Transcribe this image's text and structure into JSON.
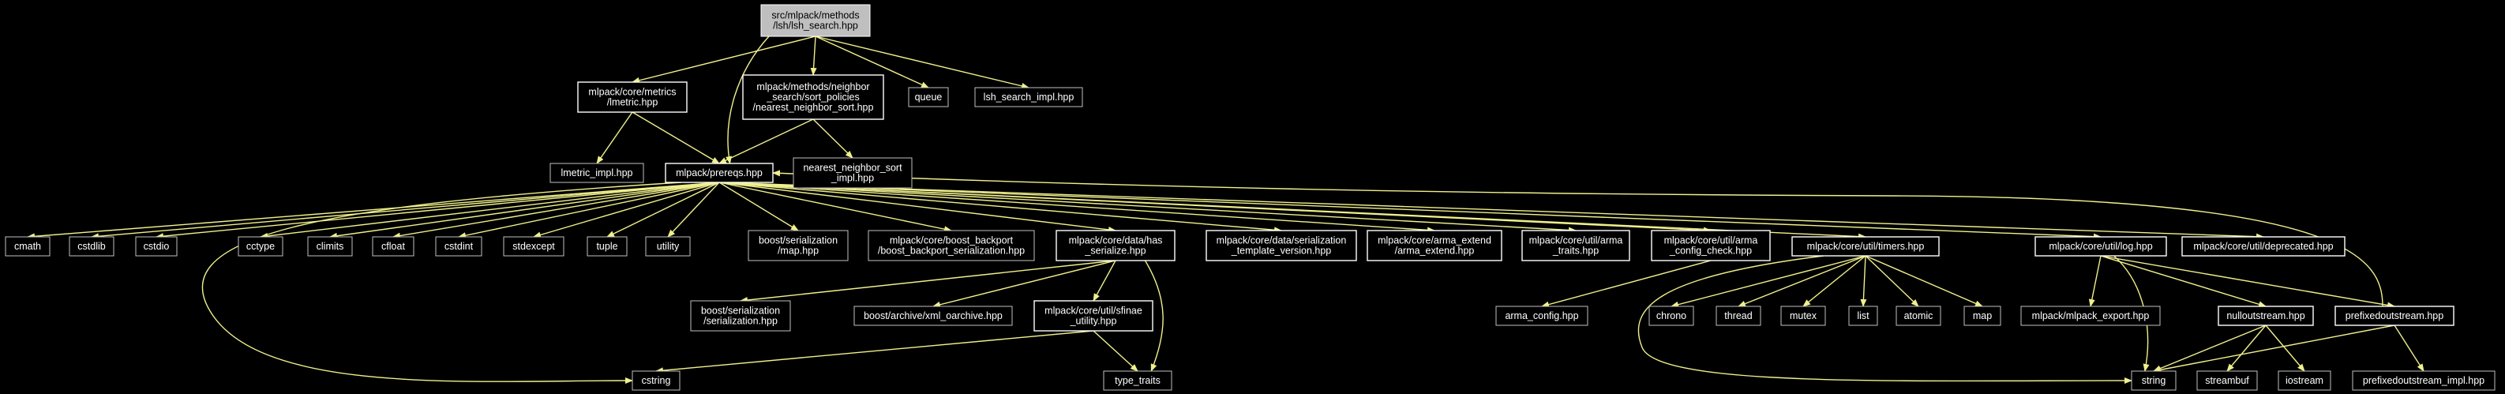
{
  "colors": {
    "background": "#000000",
    "edge": "#f0f08c",
    "node_text": "#ffffff",
    "root_fill": "#bfbfbf"
  },
  "nodes": [
    {
      "id": "root",
      "lines": [
        "src/mlpack/methods",
        "/lsh/lsh_search.hpp"
      ],
      "kind": "root"
    },
    {
      "id": "lmetric",
      "lines": [
        "mlpack/core/metrics",
        "/lmetric.hpp"
      ],
      "kind": "linked"
    },
    {
      "id": "nns",
      "lines": [
        "mlpack/methods/neighbor",
        "_search/sort_policies",
        "/nearest_neighbor_sort.hpp"
      ],
      "kind": "linked"
    },
    {
      "id": "queue",
      "lines": [
        "queue"
      ],
      "kind": "plain"
    },
    {
      "id": "lsh_impl",
      "lines": [
        "lsh_search_impl.hpp"
      ],
      "kind": "plain"
    },
    {
      "id": "lmetric_impl",
      "lines": [
        "lmetric_impl.hpp"
      ],
      "kind": "plain"
    },
    {
      "id": "prereqs",
      "lines": [
        "mlpack/prereqs.hpp"
      ],
      "kind": "linked"
    },
    {
      "id": "nns_impl",
      "lines": [
        "nearest_neighbor_sort",
        "_impl.hpp"
      ],
      "kind": "plain"
    },
    {
      "id": "cmath",
      "lines": [
        "cmath"
      ],
      "kind": "plain"
    },
    {
      "id": "cstdlib",
      "lines": [
        "cstdlib"
      ],
      "kind": "plain"
    },
    {
      "id": "cstdio",
      "lines": [
        "cstdio"
      ],
      "kind": "plain"
    },
    {
      "id": "cctype",
      "lines": [
        "cctype"
      ],
      "kind": "plain"
    },
    {
      "id": "climits",
      "lines": [
        "climits"
      ],
      "kind": "plain"
    },
    {
      "id": "cfloat",
      "lines": [
        "cfloat"
      ],
      "kind": "plain"
    },
    {
      "id": "cstdint",
      "lines": [
        "cstdint"
      ],
      "kind": "plain"
    },
    {
      "id": "stdexcept",
      "lines": [
        "stdexcept"
      ],
      "kind": "plain"
    },
    {
      "id": "tuple",
      "lines": [
        "tuple"
      ],
      "kind": "plain"
    },
    {
      "id": "utility",
      "lines": [
        "utility"
      ],
      "kind": "plain"
    },
    {
      "id": "ser_map",
      "lines": [
        "boost/serialization",
        "/map.hpp"
      ],
      "kind": "plain"
    },
    {
      "id": "boost_backport",
      "lines": [
        "mlpack/core/boost_backport",
        "/boost_backport_serialization.hpp"
      ],
      "kind": "plain"
    },
    {
      "id": "has_serialize",
      "lines": [
        "mlpack/core/data/has",
        "_serialize.hpp"
      ],
      "kind": "linked"
    },
    {
      "id": "ser_template",
      "lines": [
        "mlpack/core/data/serialization",
        "_template_version.hpp"
      ],
      "kind": "linked"
    },
    {
      "id": "arma_extend",
      "lines": [
        "mlpack/core/arma_extend",
        "/arma_extend.hpp"
      ],
      "kind": "linked"
    },
    {
      "id": "arma_traits",
      "lines": [
        "mlpack/core/util/arma",
        "_traits.hpp"
      ],
      "kind": "linked"
    },
    {
      "id": "arma_config_check",
      "lines": [
        "mlpack/core/util/arma",
        "_config_check.hpp"
      ],
      "kind": "linked"
    },
    {
      "id": "timers",
      "lines": [
        "mlpack/core/util/timers.hpp"
      ],
      "kind": "linked"
    },
    {
      "id": "log",
      "lines": [
        "mlpack/core/util/log.hpp"
      ],
      "kind": "linked"
    },
    {
      "id": "deprecated",
      "lines": [
        "mlpack/core/util/deprecated.hpp"
      ],
      "kind": "linked"
    },
    {
      "id": "serialization",
      "lines": [
        "boost/serialization",
        "/serialization.hpp"
      ],
      "kind": "plain"
    },
    {
      "id": "xml_oarchive",
      "lines": [
        "boost/archive/xml_oarchive.hpp"
      ],
      "kind": "plain"
    },
    {
      "id": "sfinae",
      "lines": [
        "mlpack/core/util/sfinae",
        "_utility.hpp"
      ],
      "kind": "linked"
    },
    {
      "id": "arma_config",
      "lines": [
        "arma_config.hpp"
      ],
      "kind": "plain"
    },
    {
      "id": "chrono",
      "lines": [
        "chrono"
      ],
      "kind": "plain"
    },
    {
      "id": "thread",
      "lines": [
        "thread"
      ],
      "kind": "plain"
    },
    {
      "id": "mutex",
      "lines": [
        "mutex"
      ],
      "kind": "plain"
    },
    {
      "id": "list",
      "lines": [
        "list"
      ],
      "kind": "plain"
    },
    {
      "id": "atomic",
      "lines": [
        "atomic"
      ],
      "kind": "plain"
    },
    {
      "id": "map",
      "lines": [
        "map"
      ],
      "kind": "plain"
    },
    {
      "id": "mlpack_export",
      "lines": [
        "mlpack/mlpack_export.hpp"
      ],
      "kind": "plain"
    },
    {
      "id": "nulloutstream",
      "lines": [
        "nulloutstream.hpp"
      ],
      "kind": "linked"
    },
    {
      "id": "prefixedoutstream",
      "lines": [
        "prefixedoutstream.hpp"
      ],
      "kind": "linked"
    },
    {
      "id": "cstring",
      "lines": [
        "cstring"
      ],
      "kind": "plain"
    },
    {
      "id": "type_traits",
      "lines": [
        "type_traits"
      ],
      "kind": "plain"
    },
    {
      "id": "string",
      "lines": [
        "string"
      ],
      "kind": "plain"
    },
    {
      "id": "streambuf",
      "lines": [
        "streambuf"
      ],
      "kind": "plain"
    },
    {
      "id": "iostream",
      "lines": [
        "iostream"
      ],
      "kind": "plain"
    },
    {
      "id": "prefixed_impl",
      "lines": [
        "prefixedoutstream_impl.hpp"
      ],
      "kind": "plain"
    }
  ],
  "edges": [
    [
      "root",
      "lmetric"
    ],
    [
      "root",
      "nns"
    ],
    [
      "root",
      "queue"
    ],
    [
      "root",
      "lsh_impl"
    ],
    [
      "root",
      "prereqs"
    ],
    [
      "lmetric",
      "lmetric_impl"
    ],
    [
      "lmetric",
      "prereqs"
    ],
    [
      "nns",
      "prereqs"
    ],
    [
      "nns",
      "nns_impl"
    ],
    [
      "prereqs",
      "cmath"
    ],
    [
      "prereqs",
      "cstdlib"
    ],
    [
      "prereqs",
      "cstdio"
    ],
    [
      "prereqs",
      "cctype"
    ],
    [
      "prereqs",
      "climits"
    ],
    [
      "prereqs",
      "cfloat"
    ],
    [
      "prereqs",
      "cstdint"
    ],
    [
      "prereqs",
      "stdexcept"
    ],
    [
      "prereqs",
      "tuple"
    ],
    [
      "prereqs",
      "utility"
    ],
    [
      "prereqs",
      "ser_map"
    ],
    [
      "prereqs",
      "boost_backport"
    ],
    [
      "prereqs",
      "has_serialize"
    ],
    [
      "prereqs",
      "ser_template"
    ],
    [
      "prereqs",
      "arma_extend"
    ],
    [
      "prereqs",
      "arma_traits"
    ],
    [
      "prereqs",
      "arma_config_check"
    ],
    [
      "prereqs",
      "timers"
    ],
    [
      "prereqs",
      "log"
    ],
    [
      "prereqs",
      "deprecated"
    ],
    [
      "prereqs",
      "cstring"
    ],
    [
      "has_serialize",
      "serialization"
    ],
    [
      "has_serialize",
      "xml_oarchive"
    ],
    [
      "has_serialize",
      "sfinae"
    ],
    [
      "has_serialize",
      "type_traits"
    ],
    [
      "sfinae",
      "type_traits"
    ],
    [
      "sfinae",
      "cstring"
    ],
    [
      "arma_config_check",
      "arma_config"
    ],
    [
      "timers",
      "chrono"
    ],
    [
      "timers",
      "thread"
    ],
    [
      "timers",
      "mutex"
    ],
    [
      "timers",
      "list"
    ],
    [
      "timers",
      "atomic"
    ],
    [
      "timers",
      "map"
    ],
    [
      "timers",
      "string"
    ],
    [
      "log",
      "mlpack_export"
    ],
    [
      "log",
      "nulloutstream"
    ],
    [
      "log",
      "prefixedoutstream"
    ],
    [
      "log",
      "string"
    ],
    [
      "nulloutstream",
      "string"
    ],
    [
      "nulloutstream",
      "streambuf"
    ],
    [
      "nulloutstream",
      "iostream"
    ],
    [
      "prefixedoutstream",
      "string"
    ],
    [
      "prefixedoutstream",
      "prefixed_impl"
    ],
    [
      "prefixedoutstream",
      "prereqs"
    ]
  ]
}
